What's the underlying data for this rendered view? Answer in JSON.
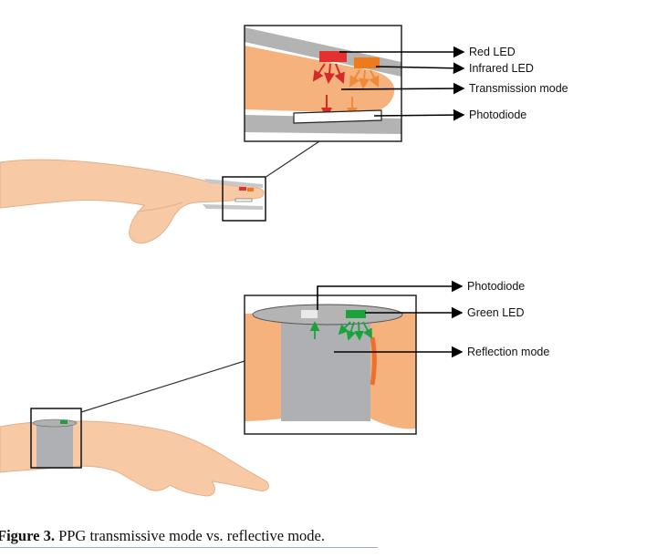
{
  "top_panel": {
    "labels": {
      "red_led": "Red LED",
      "infrared_led": "Infrared LED",
      "transmission_mode": "Transmission mode",
      "photodiode": "Photodiode"
    }
  },
  "bottom_panel": {
    "labels": {
      "photodiode": "Photodiode",
      "green_led": "Green LED",
      "reflection_mode": "Reflection mode"
    }
  },
  "caption": {
    "prefix": "Figure 3.",
    "text": "PPG transmissive mode vs. reflective mode."
  },
  "colors": {
    "skin": "#f7c9a5",
    "inner_skin": "#f6b27c",
    "red_led": "#e53030",
    "infrared_led": "#ef7a1c",
    "green_led": "#1aa33a",
    "sensor_band": "#aeb0b3"
  }
}
